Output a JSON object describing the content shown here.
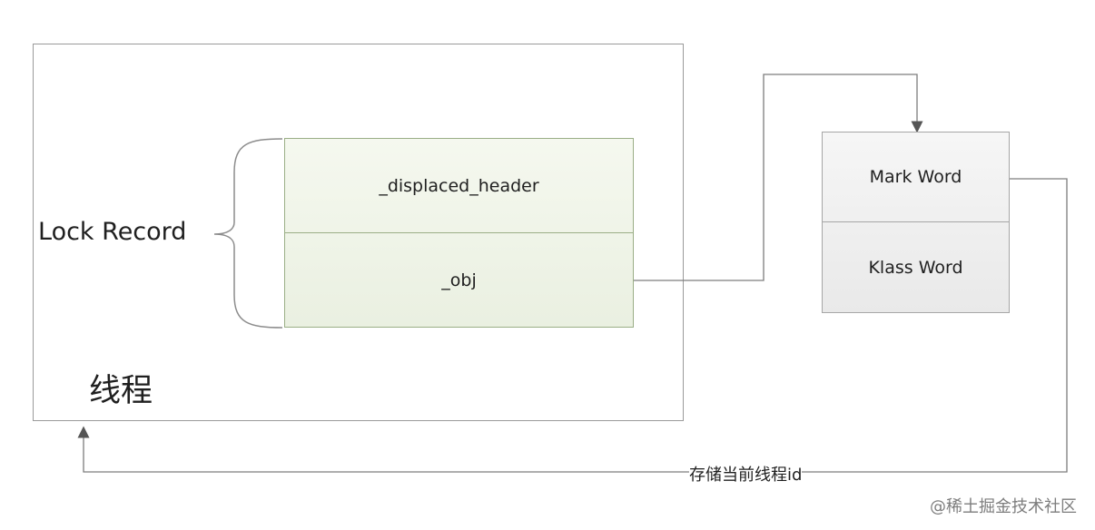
{
  "thread": {
    "label": "线程"
  },
  "lock_record": {
    "label": "Lock Record",
    "fields": [
      "_displaced_header",
      "_obj"
    ]
  },
  "object_header": {
    "fields": [
      "Mark Word",
      "Klass Word"
    ]
  },
  "edges": {
    "store_thread_id": "存储当前线程id"
  },
  "watermark": "@稀土掘金技术社区"
}
